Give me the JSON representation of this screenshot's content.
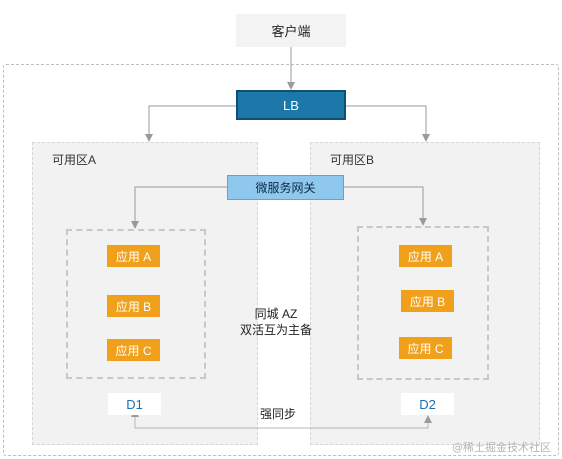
{
  "client": {
    "label": "客户端"
  },
  "lb": {
    "label": "LB"
  },
  "zones": {
    "a": {
      "label": "可用区A"
    },
    "b": {
      "label": "可用区B"
    }
  },
  "gateway": {
    "label": "微服务网关"
  },
  "apps_a": [
    "应用 A",
    "应用 B",
    "应用 C"
  ],
  "apps_b": [
    "应用 A",
    "应用 B",
    "应用 C"
  ],
  "db": {
    "a": "D1",
    "b": "D2"
  },
  "az_note": {
    "line1": "同城 AZ",
    "line2": "双活互为主备"
  },
  "sync_label": "强同步",
  "watermark": "@稀土掘金技术社区",
  "colors": {
    "lb": "#1b78a8",
    "gateway": "#8fc8ef",
    "app": "#f0a01a",
    "zone": "#f2f2f2",
    "db_text": "#1b6fb0"
  }
}
